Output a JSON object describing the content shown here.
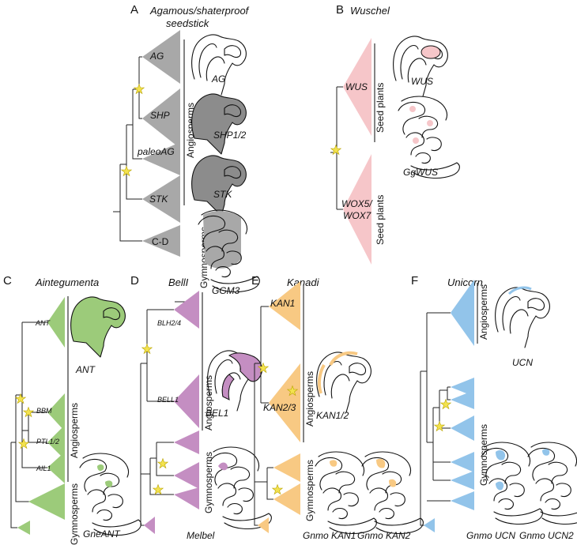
{
  "colors": {
    "grey": "#a8a8a8",
    "pink": "#f6c6c9",
    "green": "#9ccb7a",
    "purple": "#c48ec2",
    "orange": "#f8c983",
    "blue": "#92c4ea",
    "star": "#f3e24f",
    "dark_grey": "#8c8c8c"
  },
  "panels": {
    "A": {
      "letter": "A",
      "title_line1": "Agamous/shaterproof",
      "title_line2": "seedstick",
      "clades": [
        "AG",
        "SHP",
        "paleoAG",
        "STK",
        "C-D"
      ],
      "group_angio": "Angiosperms",
      "group_gymno": "Gymnosperms",
      "drawings": [
        "AG",
        "SHP1/2",
        "STK",
        "GGM3"
      ]
    },
    "B": {
      "letter": "B",
      "title": "Wuschel",
      "clades": [
        "WUS",
        "WOX5/",
        "WOX7"
      ],
      "group_top": "Seed plants",
      "group_bottom": "Seed plants",
      "drawings": [
        "WUS",
        "GgWUS"
      ]
    },
    "C": {
      "letter": "C",
      "title": "Aintegumenta",
      "clades": [
        "ANT",
        "BBM",
        "PTL1/2",
        "AIL1"
      ],
      "group_angio": "Angiosperms",
      "group_gymno": "Gymnosperms",
      "drawings": [
        "ANT",
        "GneANT"
      ]
    },
    "D": {
      "letter": "D",
      "title": "BellI",
      "clades": [
        "BLH2/4",
        "BELL1"
      ],
      "group_angio": "Angiosperms",
      "group_gymno": "Gymnosperms",
      "drawings": [
        "BEL1",
        "Melbel"
      ]
    },
    "E": {
      "letter": "E",
      "title": "Kanadi",
      "clades": [
        "KAN1",
        "KAN2/3"
      ],
      "group_angio": "Angiosperms",
      "group_gymno": "Gymnosperms",
      "drawings": [
        "KAN1/2",
        "Gnmo KAN1",
        "Gnmo KAN2"
      ]
    },
    "F": {
      "letter": "F",
      "title": "Unicorn",
      "group_angio": "Angiosperms",
      "group_gymno": "Gymnosperms",
      "drawings": [
        "UCN",
        "Gnmo UCN",
        "Gnmo UCN2"
      ]
    }
  }
}
